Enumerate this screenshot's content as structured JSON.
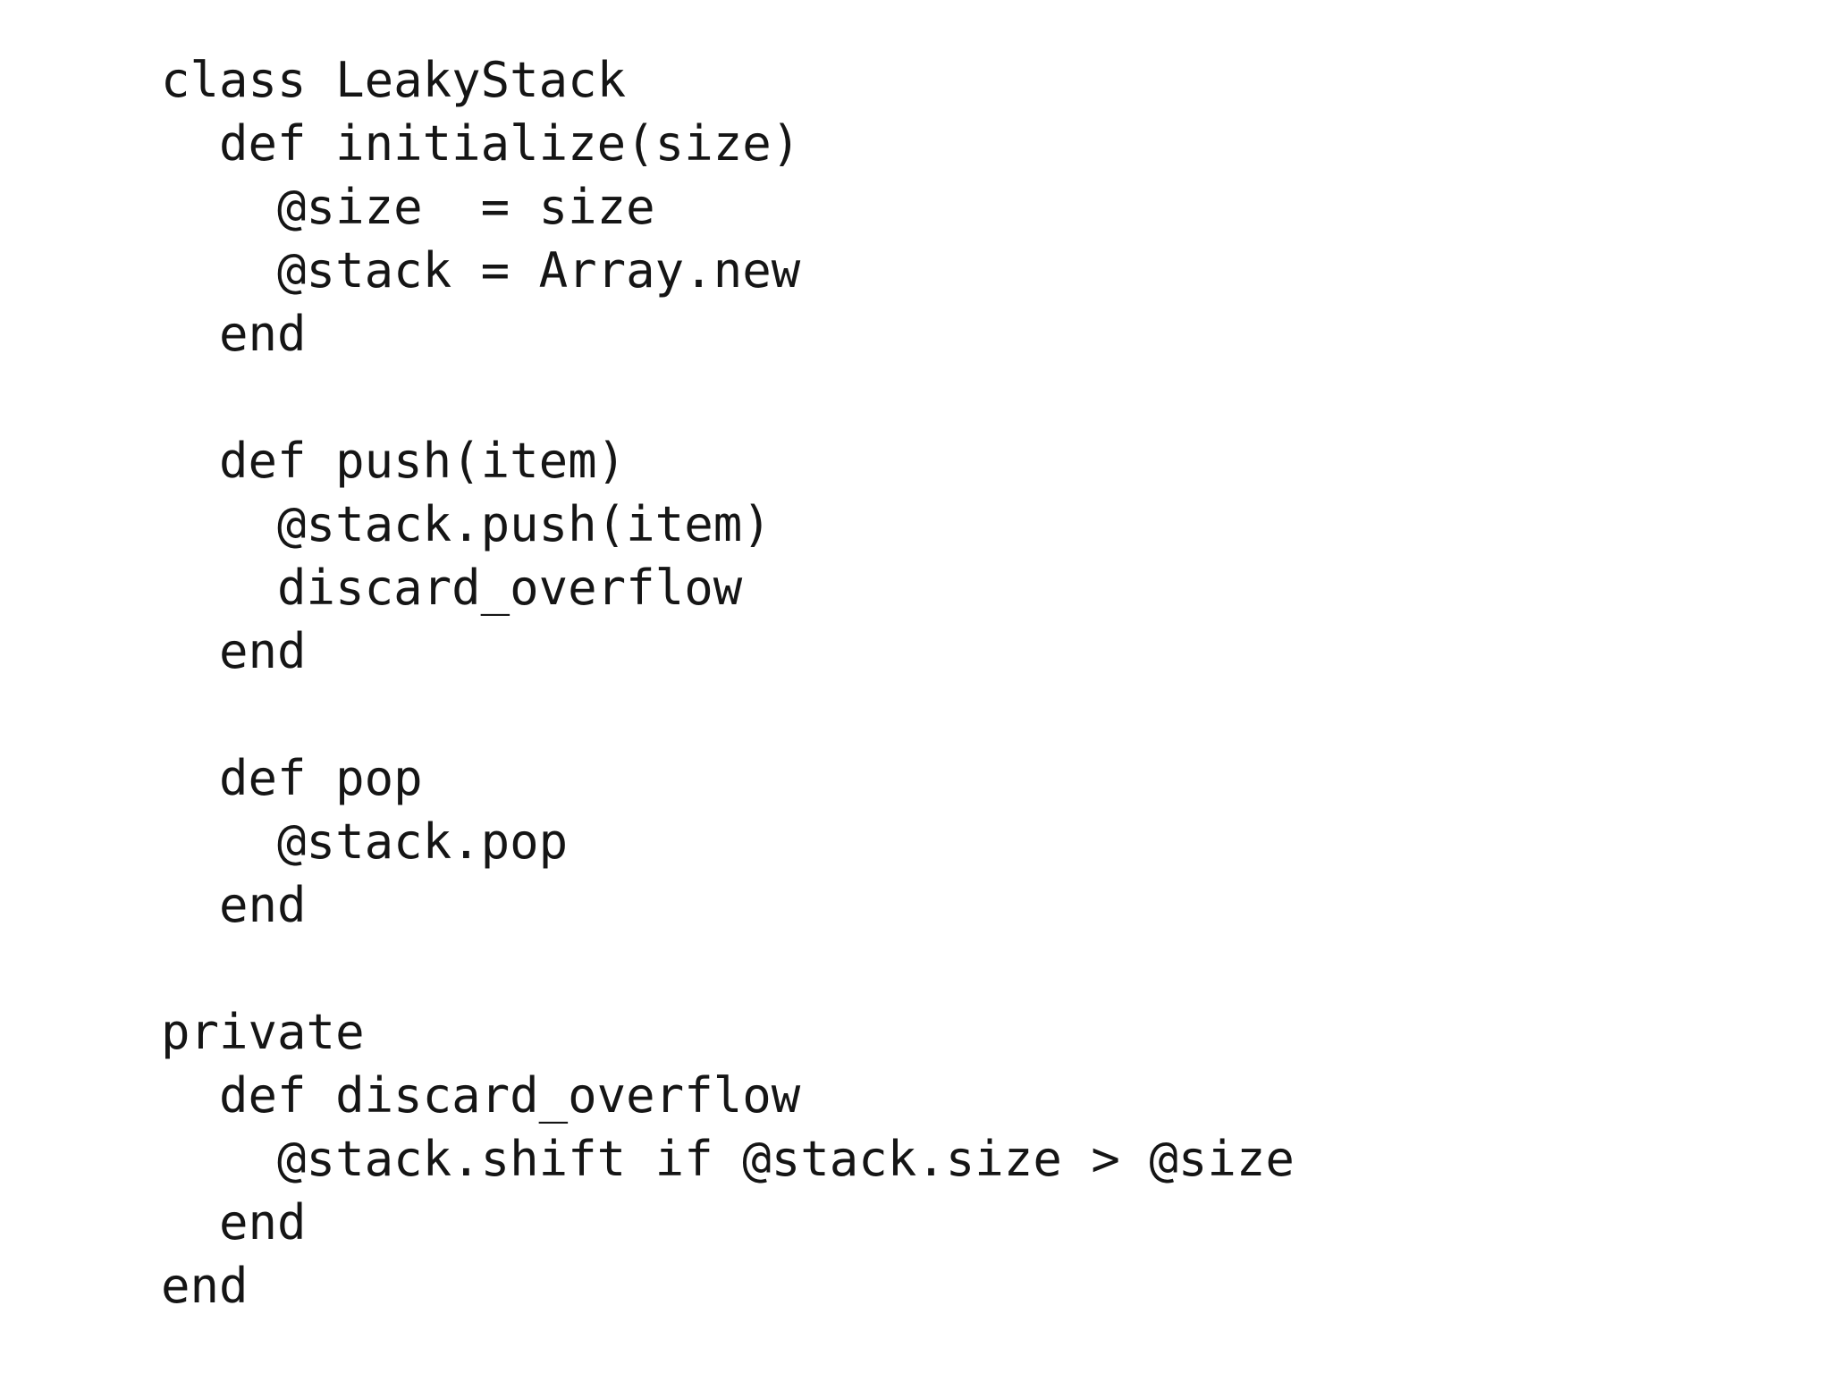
{
  "page": {
    "background_color": "#ffffff",
    "text_color": "#151515"
  },
  "code": {
    "lines": [
      "class LeakyStack",
      "  def initialize(size)",
      "    @size  = size",
      "    @stack = Array.new",
      "  end",
      "",
      "  def push(item)",
      "    @stack.push(item)",
      "    discard_overflow",
      "  end",
      "",
      "  def pop",
      "    @stack.pop",
      "  end",
      "",
      "private",
      "  def discard_overflow",
      "    @stack.shift if @stack.size > @size",
      "  end",
      "end"
    ]
  }
}
